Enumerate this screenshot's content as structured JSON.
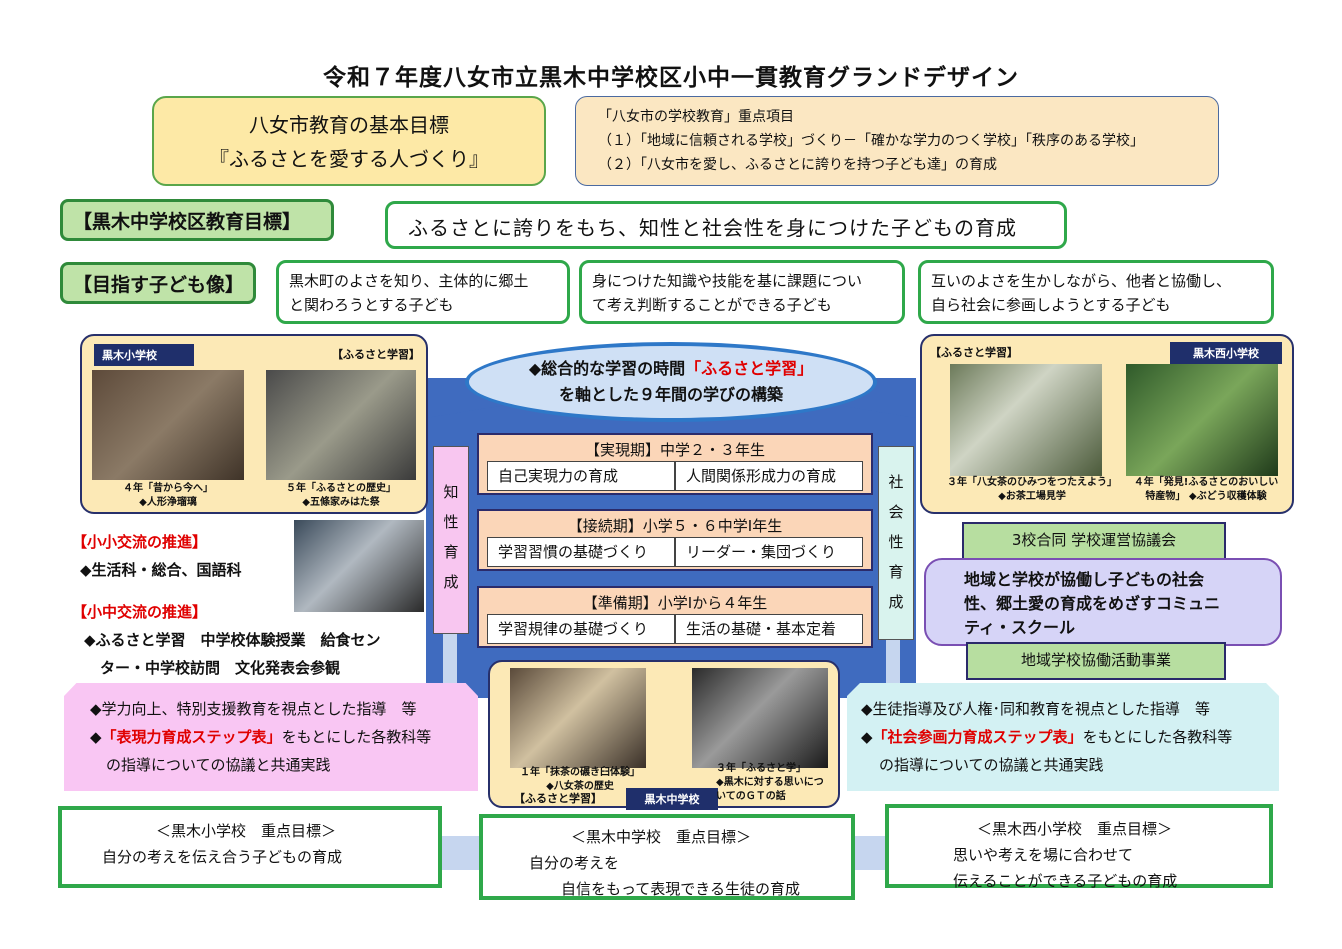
{
  "title": "令和７年度八女市立黒木中学校区小中一貫教育グランドデザイン",
  "basic_goal": {
    "line1": "八女市教育の基本目標",
    "line2": "『ふるさとを愛する人づくり』"
  },
  "priorities": {
    "heading": "「八女市の学校教育」重点項目",
    "item1": "（１）「地域に信頼される学校」づくり－「確かな学力のつく学校」「秩序のある学校」",
    "item2": "（２）「八女市を愛し、ふるさとに誇りを持つ子ども達」の育成"
  },
  "district_goal": {
    "label": "【黒木中学校区教育目標】",
    "text": "ふるさとに誇りをもち、知性と社会性を身につけた子どもの育成"
  },
  "ideal_child": {
    "label": "【目指す子ども像】",
    "items": [
      {
        "line1": "黒木町のよさを知り、主体的に郷土",
        "line2": "と関わろうとする子ども"
      },
      {
        "line1": "身につけた知識や技能を基に課題につい",
        "line2": "て考え判断することができる子ども"
      },
      {
        "line1": "互いのよさを生かしながら、他者と協働し、",
        "line2": "自ら社会に参画しようとする子ども"
      }
    ]
  },
  "kuroki_elem_card": {
    "school": "黒木小学校",
    "tag": "【ふるさと学習】",
    "cap1a": "４年「昔から今へ」",
    "cap1b": "◆人形浄瑠璃",
    "cap2a": "５年「ふるさとの歴史」",
    "cap2b": "◆五條家みはた祭"
  },
  "nishi_elem_card": {
    "school": "黒木西小学校",
    "tag": "【ふるさと学習】",
    "cap1a": "３年「八女茶のひみつをつたえよう」",
    "cap1b": "◆お茶工場見学",
    "cap2a": "４年「発見!ふるさとのおいしい",
    "cap2b": "特産物」 ◆ぶどう収穫体験"
  },
  "center": {
    "ellipse_pre": "◆総合的な学習の時間",
    "ellipse_red": "「ふるさと学習」",
    "ellipse_line2": "を軸とした９年間の学びの構築",
    "stages": [
      {
        "title": "【実現期】中学２・３年生",
        "left": "自己実現力の育成",
        "right": "人間関係形成力の育成"
      },
      {
        "title": "【接続期】小学５・６中学Ⅰ年生",
        "left": "学習習慣の基礎づくり",
        "right": "リーダー・集団づくり"
      },
      {
        "title": "【準備期】小学Ⅰから４年生",
        "left": "学習規律の基礎づくり",
        "right": "生活の基礎・基本定着"
      }
    ],
    "left_pillar": [
      "知",
      "性",
      "育",
      "成"
    ],
    "right_pillar": [
      "社",
      "会",
      "性",
      "育",
      "成"
    ]
  },
  "exchange": {
    "elem_head": "【小小交流の推進】",
    "elem_body": "◆生活科・総合、国語科",
    "mid_head": "【小中交流の推進】",
    "mid_line1": "◆ふるさと学習　中学校体験授業　給食セン",
    "mid_line2": "ター・中学校訪問　文化発表会参観"
  },
  "council": {
    "head": "3校合同 学校運営協議会",
    "line1": "地域と学校が協働し子どもの社会",
    "line2": "性、郷土愛の育成をめざすコミュニ",
    "line3": "ティ・スクール",
    "project": "地域学校協働活動事業"
  },
  "left_guidance": {
    "line1": "◆学力向上、特別支援教育を視点とした指導　等",
    "line2_diamond": "◆",
    "line2_red": "「表現力育成ステップ表」",
    "line2_rest": "をもとにした各教科等",
    "line3": "の指導についての協議と共通実践"
  },
  "right_guidance": {
    "line1": "◆生徒指導及び人権･同和教育を視点とした指導　等",
    "line2_diamond": "◆",
    "line2_red": "「社会参画力育成ステップ表」",
    "line2_rest": "をもとにした各教科等",
    "line3": "の指導についての協議と共通実践"
  },
  "jhs_card": {
    "cap1a": "１年「抹茶の碾き臼体験」",
    "cap1b": "◆八女茶の歴史",
    "tag": "【ふるさと学習】",
    "school": "黒木中学校",
    "cap2a": "３年「ふるさと学」",
    "cap2b": "◆黒木に対する思いにつ",
    "cap2c": "いてのＧＴの話"
  },
  "focus_goals": [
    {
      "head": "＜黒木小学校　重点目標＞",
      "line1": "自分の考えを伝え合う子どもの育成",
      "line2": ""
    },
    {
      "head": "＜黒木中学校　重点目標＞",
      "line1": "自分の考えを",
      "line2": "自信をもって表現できる生徒の育成"
    },
    {
      "head": "＜黒木西小学校　重点目標＞",
      "line1": "思いや考えを場に合わせて",
      "line2": "伝えることができる子どもの育成"
    }
  ]
}
